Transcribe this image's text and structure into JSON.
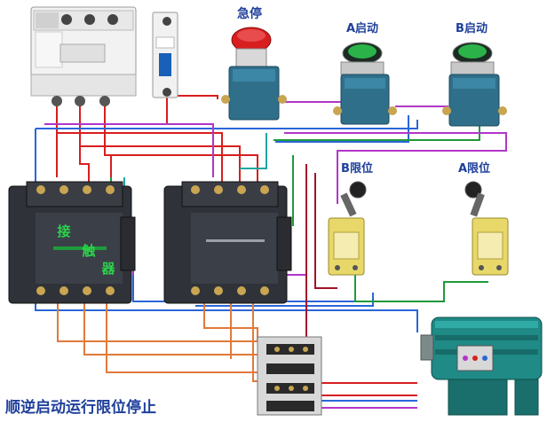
{
  "labels": {
    "estop": "急停",
    "a_start": "A启动",
    "b_start": "B启动",
    "b_limit": "B限位",
    "a_limit": "A限位",
    "contactor_marks": [
      "接",
      "触",
      "器"
    ],
    "caption": "顺逆启动运行限位停止"
  },
  "colors": {
    "wire_red": "#d81e1e",
    "wire_blue": "#2a66d8",
    "wire_green": "#1f9a3a",
    "wire_purple": "#b236c8",
    "wire_orange": "#e07a3a",
    "wire_teal": "#20a6a0",
    "contactor_body": "#2f3238",
    "button_base": "#2f6f8a",
    "motor_body": "#1f8a86",
    "caption_color": "#1e3f9a"
  }
}
